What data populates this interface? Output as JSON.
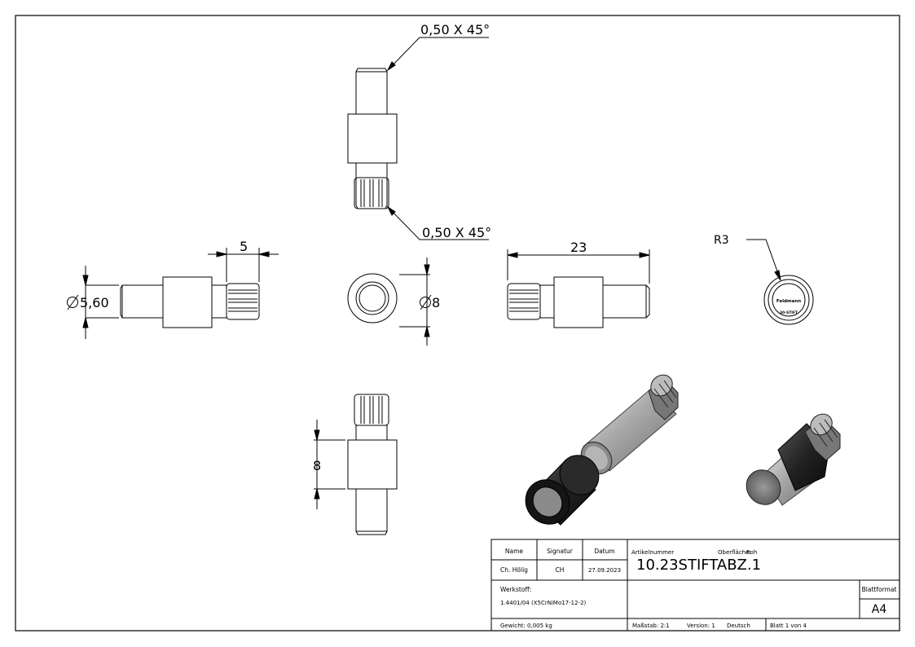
{
  "annotations": {
    "chamfer_top": "0,50 X 45°",
    "chamfer_bottom": "0,50 X 45°",
    "dim_5": "5",
    "dim_dia_5_60": "5,60",
    "dim_dia_8": "8",
    "dim_23": "23",
    "radius": "R3",
    "dim_8": "8",
    "end_logo_line1": "Feldmann",
    "end_logo_line2": "30-STIFT"
  },
  "title_block": {
    "col_name": "Name",
    "col_signatur": "Signatur",
    "col_datum": "Datum",
    "name": "Ch. Hölig",
    "signatur": "CH",
    "datum": "27.09.2023",
    "artikel_label": "Artikelnummer",
    "oberflaeche_label": "Oberfläche:",
    "oberflaeche_value": "Roh",
    "artikelnummer": "10.23STIFTABZ.1",
    "werkstoff_label": "Werkstoff:",
    "werkstoff_value": "1.4401/04 (X5CrNiMo17-12-2)",
    "blattformat_label": "Blattformat",
    "blattformat_value": "A4",
    "gewicht": "Gewicht: 0,005 kg",
    "massstab": "Maßstab: 2:1",
    "version": "Version: 1",
    "sprache": "Deutsch",
    "blatt": "Blatt 1 von 4"
  },
  "colors": {
    "line": "#000000",
    "sleeve_dark": "#1a1a1a",
    "pin_grey": "#9a9a9a"
  }
}
